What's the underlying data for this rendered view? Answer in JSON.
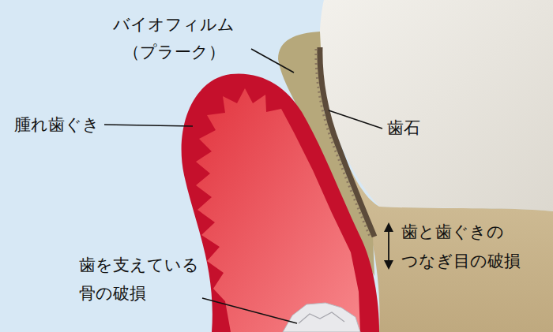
{
  "diagram": {
    "labels": [
      "バイオフィルム （プラーク）",
      "腫れ歯ぐき",
      "歯石",
      "歯と歯ぐきの つなぎ目の破損",
      "歯を支えている 骨の破損"
    ]
  }
}
